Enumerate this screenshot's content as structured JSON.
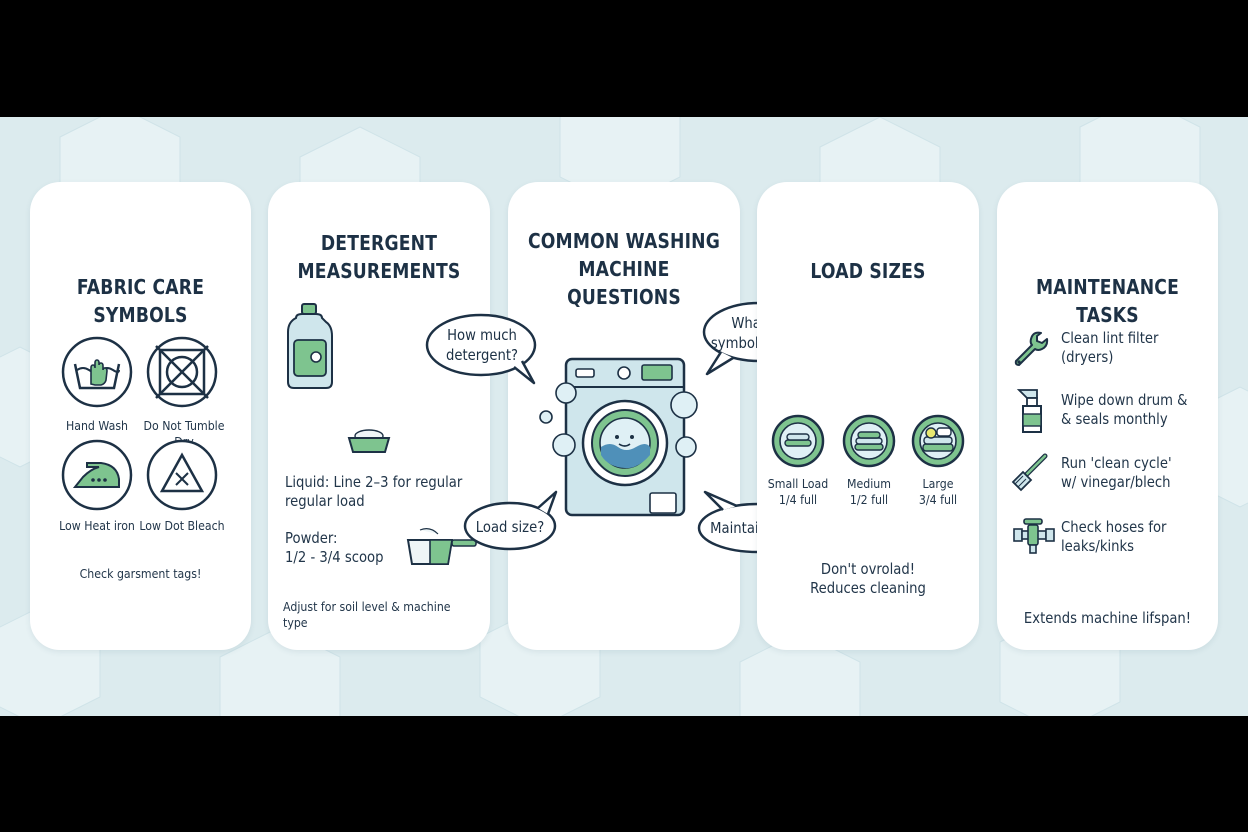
{
  "panels": {
    "fabric_care": {
      "title": "FABRIC CARE SYMBOLS",
      "symbols": [
        {
          "label": "Hand Wash",
          "icon": "hand-wash-icon"
        },
        {
          "label": "Do Not Tumble Dry",
          "icon": "do-not-tumble-dry-icon"
        },
        {
          "label": "Low Heat iron",
          "icon": "low-heat-iron-icon"
        },
        {
          "label": "Low Dot Bleach",
          "icon": "bleach-icon"
        }
      ],
      "footer": "Check garsment tags!"
    },
    "detergent": {
      "title_line1": "DETERGENT",
      "title_line2": "MEASUREMENTS",
      "liquid_line1": "Liquid: Line 2–3 for regular",
      "liquid_line2": "regular load",
      "powder_line1": "Powder:",
      "powder_line2": "1/2 - 3/4 scoop",
      "footer": "Adjust for soil level & machine type"
    },
    "questions": {
      "title_line1": "COMMON WASHING",
      "title_line2": "MACHINE QUESTIONS",
      "bubbles": {
        "detergent_line1": "How much",
        "detergent_line2": "detergent?",
        "symbols_line1": "What do",
        "symbols_line2": "symbols mean",
        "load": "Load size?",
        "maintenance": "Maintainence?"
      }
    },
    "load_sizes": {
      "title": "LOAD SIZES",
      "loads": [
        {
          "name": "Small Load",
          "fill": "1/4 full"
        },
        {
          "name": "Medium",
          "fill": "1/2 full"
        },
        {
          "name": "Large",
          "fill": "3/4 full"
        }
      ],
      "warning_line1": "Don't ovrolad!",
      "warning_line2": "Reduces cleaning"
    },
    "maintenance": {
      "title": "MAINTENANCE TASKS",
      "tasks": [
        {
          "line1": "Clean lint filter",
          "line2": "(dryers)",
          "icon": "wrench-icon"
        },
        {
          "line1": "Wipe down drum &",
          "line2": "& seals monthly",
          "icon": "spray-bottle-icon"
        },
        {
          "line1": "Run 'clean cycle'",
          "line2": "w/ vinegar/blech",
          "icon": "brush-icon"
        },
        {
          "line1": "Check hoses for",
          "line2": "leaks/kinks",
          "icon": "hose-valve-icon"
        }
      ],
      "footer": "Extends machine lifspan!"
    }
  },
  "colors": {
    "background": "#dcebee",
    "card": "#ffffff",
    "ink": "#1d3145",
    "accent_green": "#7ec48f",
    "accent_blue": "#cfe6ec"
  }
}
